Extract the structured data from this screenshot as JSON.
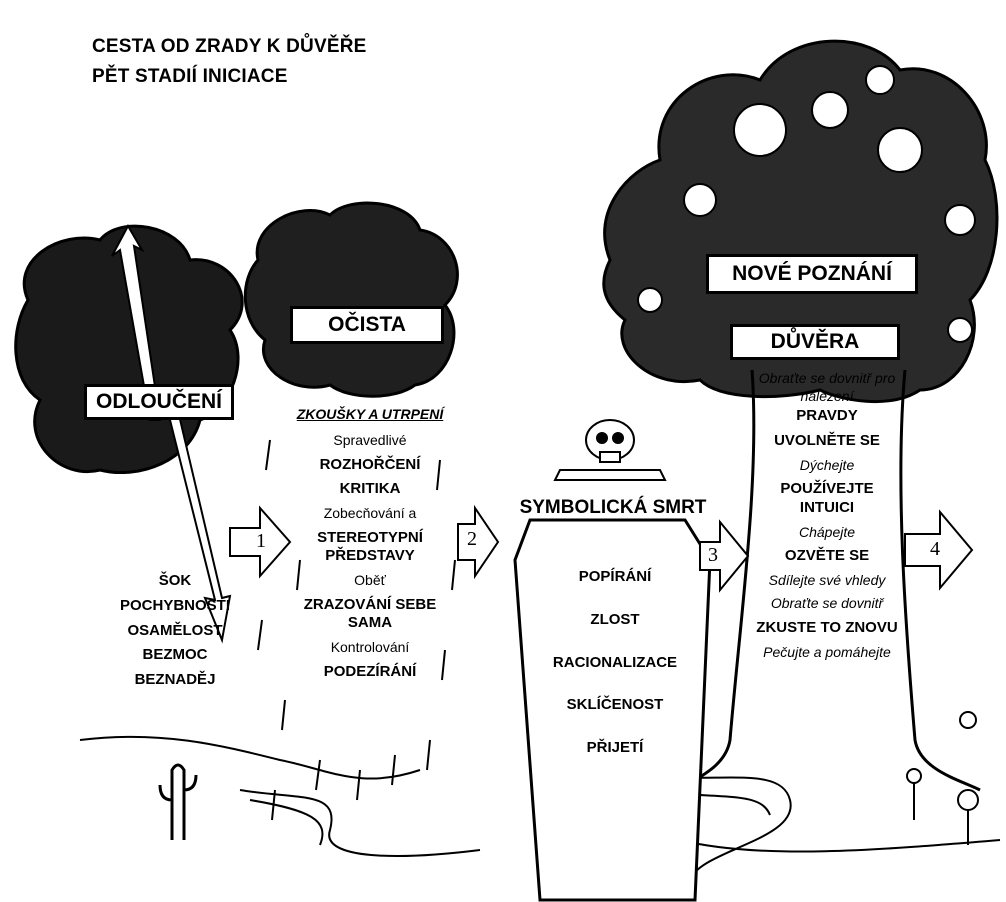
{
  "title": {
    "line1": "CESTA OD ZRADY K DŮVĚŘE",
    "line2": "PĚT STADIÍ INICIACE"
  },
  "stages": {
    "separation": {
      "label": "ODLOUČENÍ",
      "items": [
        "ŠOK",
        "POCHYBNOSTI",
        "OSAMĚLOST",
        "BEZMOC",
        "BEZNADĚJ"
      ]
    },
    "cleansing": {
      "label": "OČISTA",
      "subtitle": "ZKOUŠKY A UTRPENÍ",
      "items": [
        {
          "t": "Spravedlivé",
          "s": "n"
        },
        {
          "t": "ROZHOŘČENÍ",
          "s": "b"
        },
        {
          "t": "KRITIKA",
          "s": "b"
        },
        {
          "t": "Zobecňování a",
          "s": "n"
        },
        {
          "t": "STEREOTYPNÍ PŘEDSTAVY",
          "s": "b"
        },
        {
          "t": "Oběť",
          "s": "n"
        },
        {
          "t": "ZRAZOVÁNÍ SEBE SAMA",
          "s": "b"
        },
        {
          "t": "Kontrolování",
          "s": "n"
        },
        {
          "t": "PODEZÍRÁNÍ",
          "s": "b"
        }
      ]
    },
    "death": {
      "label": "SYMBOLICKÁ SMRT",
      "items": [
        "POPÍRÁNÍ",
        "ZLOST",
        "RACIONALIZACE",
        "SKLÍČENOST",
        "PŘIJETÍ"
      ]
    },
    "trust": {
      "label_knowledge": "NOVÉ POZNÁNÍ",
      "label_trust": "DŮVĚRA",
      "items": [
        {
          "t": "Obraťte se dovnitř pro nalezení",
          "s": "i"
        },
        {
          "t": "PRAVDY",
          "s": "b"
        },
        {
          "t": "UVOLNĚTE SE",
          "s": "b"
        },
        {
          "t": "Dýchejte",
          "s": "i"
        },
        {
          "t": "POUŽÍVEJTE INTUICI",
          "s": "b"
        },
        {
          "t": "Chápejte",
          "s": "i"
        },
        {
          "t": "OZVĚTE SE",
          "s": "b"
        },
        {
          "t": "Sdílejte své vhledy",
          "s": "i"
        },
        {
          "t": "Obraťte se dovnitř",
          "s": "i"
        },
        {
          "t": "ZKUSTE TO ZNOVU",
          "s": "b"
        },
        {
          "t": "Pečujte a pomáhejte",
          "s": "i"
        }
      ]
    }
  },
  "arrows": [
    "1",
    "2",
    "3",
    "4"
  ]
}
